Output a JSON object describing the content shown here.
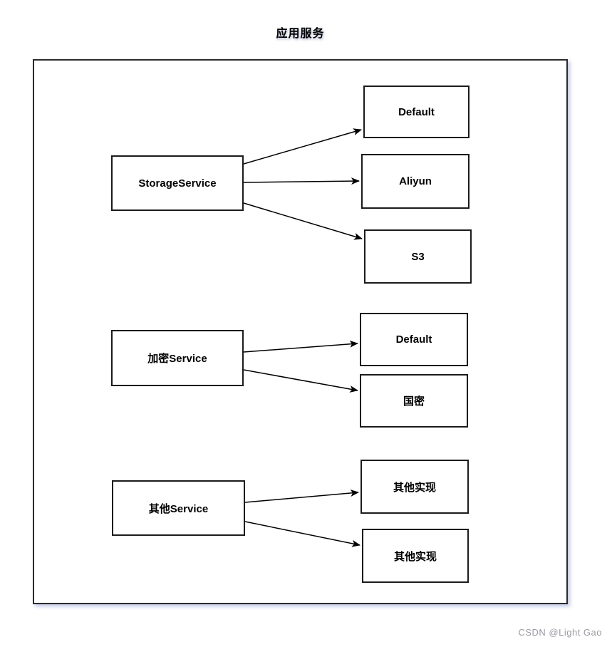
{
  "title": "应用服务",
  "watermark": "CSDN @Light Gao",
  "colors": {
    "background": "#ffffff",
    "box_border": "#1b1b1b",
    "box_fill": "#ffffff",
    "arrow": "#000000",
    "container_border": "#2b2b2b",
    "container_shadow": "#7882c8",
    "watermark_text": "#9b9ba3",
    "title_text": "#000000"
  },
  "groups": [
    {
      "service": "StorageService",
      "implementations": [
        "Default",
        "Aliyun",
        "S3"
      ]
    },
    {
      "service": "加密Service",
      "implementations": [
        "Default",
        "国密"
      ]
    },
    {
      "service": "其他Service",
      "implementations": [
        "其他实现",
        "其他实现"
      ]
    }
  ]
}
